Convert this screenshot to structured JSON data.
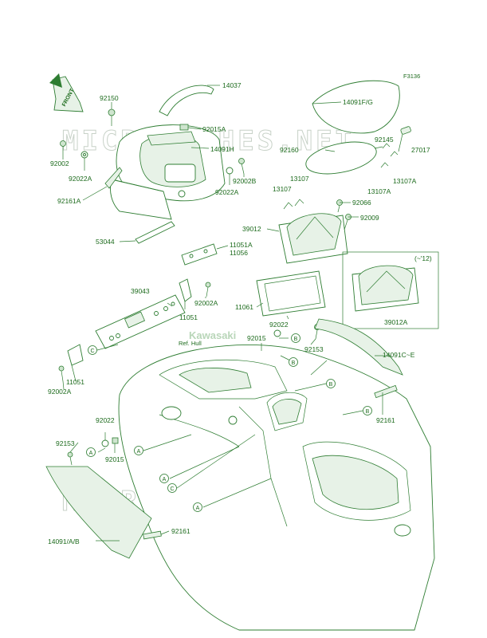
{
  "figure_code": "F3136",
  "front_label": "FRONT",
  "watermark_text": "MICROFICHES.NET",
  "logo_text": "Kawasaki",
  "ref_label": "Ref. Hull",
  "part_numbers": [
    "14037",
    "92150",
    "92015A",
    "14091H",
    "92002",
    "92022A",
    "92002B",
    "92022A",
    "92161A",
    "53044",
    "11051A",
    "11056",
    "14091F/G",
    "92160",
    "92145",
    "27017",
    "13107",
    "13107",
    "13107A",
    "13107A",
    "92066",
    "39012",
    "92009",
    "(~'12)",
    "39012A",
    "39043",
    "92002A",
    "11051",
    "11061",
    "92022",
    "92015",
    "92153",
    "14091C~E",
    "11051",
    "92002A",
    "92161",
    "92022",
    "92153",
    "92015",
    "14091/A/B",
    "92161"
  ],
  "callouts": [
    "A",
    "B",
    "C"
  ],
  "colors": {
    "line": "#2e7d32",
    "text": "#1d6b1d",
    "watermark": "#c8d2c8"
  }
}
